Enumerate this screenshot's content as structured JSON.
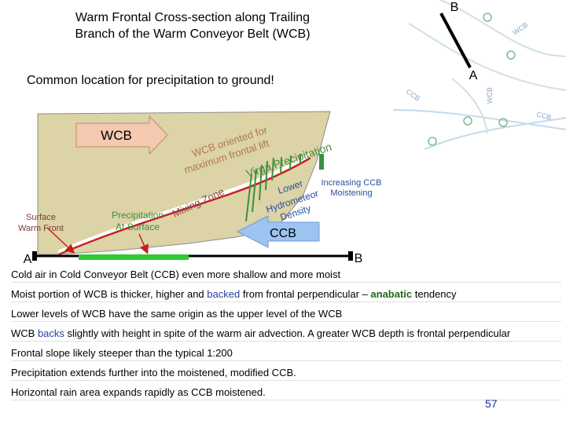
{
  "title": "Warm Frontal Cross-section along Trailing Branch of the Warm Conveyor Belt (WCB)",
  "subtitle": "Common location for precipitation to ground!",
  "map_labels": {
    "B": "B",
    "A": "A",
    "wcb_small_1": "WCB",
    "wcb_small_2": "WCB",
    "ccb_small_1": "CCB",
    "ccb_small_2": "CCB"
  },
  "diagram": {
    "wcb_arrow": "WCB",
    "ccb_arrow": "CCB",
    "wcb_oriented_line1": "WCB oriented for",
    "wcb_oriented_line2": "maximum frontal lift",
    "virga": "Virga Precipitation",
    "mixing_zone": "Mixing Zone",
    "lower_hydro_1": "Lower",
    "lower_hydro_2": "Hydrometeor",
    "lower_hydro_3": "Density",
    "increasing_ccb_1": "Increasing CCB",
    "increasing_ccb_2": "Moistening",
    "surface_warm_front_1": "Surface",
    "surface_warm_front_2": "Warm Front",
    "precip_surface_1": "Precipitation",
    "precip_surface_2": "At Surface",
    "end_a": "A",
    "end_b": "B"
  },
  "bullets": [
    {
      "parts": [
        {
          "t": "Cold air in Cold Conveyor Belt (CCB) even more shallow and more moist",
          "s": ""
        }
      ]
    },
    {
      "parts": [
        {
          "t": "Moist portion of WCB is thicker, higher and ",
          "s": ""
        },
        {
          "t": "backed",
          "s": "blue"
        },
        {
          "t": " from frontal perpendicular – ",
          "s": ""
        },
        {
          "t": "anabatic",
          "s": "green"
        },
        {
          "t": " tendency",
          "s": ""
        }
      ]
    },
    {
      "parts": [
        {
          "t": "Lower levels of WCB have the same origin as the upper level of the WCB",
          "s": ""
        }
      ]
    },
    {
      "parts": [
        {
          "t": "WCB ",
          "s": ""
        },
        {
          "t": "backs",
          "s": "blue"
        },
        {
          "t": " slightly with height in spite of the warm air advection. A greater WCB depth is frontal perpendicular",
          "s": ""
        }
      ]
    },
    {
      "parts": [
        {
          "t": "Frontal slope likely steeper than the typical 1:200",
          "s": ""
        }
      ]
    },
    {
      "parts": [
        {
          "t": "Precipitation extends further into the moistened, modified CCB.",
          "s": ""
        }
      ]
    },
    {
      "parts": [
        {
          "t": "Horizontal rain area expands rapidly as CCB moistened.",
          "s": ""
        }
      ]
    }
  ],
  "page_number": "57",
  "colors": {
    "cross_section_fill": "#dcd3a6",
    "front_line": "#c81e1e",
    "wcb_arrow": "#f4c9b0",
    "ccb_arrow": "#9cc3f2",
    "precip_green": "#3d8f3d",
    "surface_green": "#2ecc2e"
  }
}
